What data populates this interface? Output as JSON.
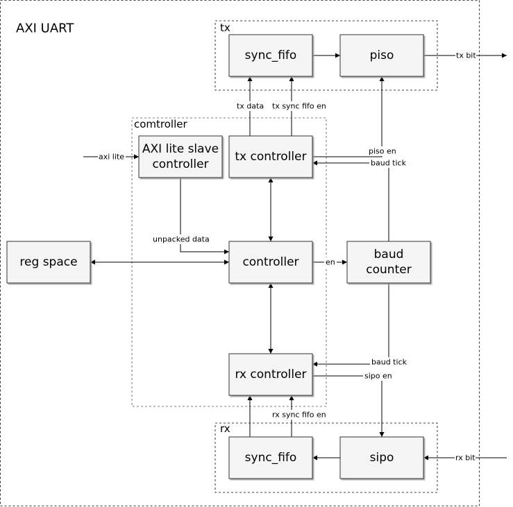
{
  "title": "AXI UART",
  "groups": {
    "tx": "tx",
    "controller": "comtroller",
    "rx": "rx"
  },
  "blocks": {
    "tx_sync_fifo": "sync_fifo",
    "piso": "piso",
    "axi_lite_slave_line1": "AXI lite slave",
    "axi_lite_slave_line2": "controller",
    "tx_controller": "tx controller",
    "reg_space": "reg space",
    "controller": "controller",
    "baud_counter_line1": "baud",
    "baud_counter_line2": "counter",
    "rx_controller": "rx controller",
    "rx_sync_fifo": "sync_fifo",
    "sipo": "sipo"
  },
  "signals": {
    "tx_bit": "tx bit",
    "tx_data": "tx data",
    "tx_sync_fifo_en": "tx sync fifo en",
    "axi_lite": "axi lite",
    "piso_en": "piso en",
    "baud_tick_tx": "baud tick",
    "unpacked_data": "unpacked data",
    "en": "en",
    "baud_tick_rx": "baud tick",
    "sipo_en": "sipo en",
    "rx_sync_fifo_en": "rx sync fifo en",
    "rx_bit": "rx bit"
  }
}
